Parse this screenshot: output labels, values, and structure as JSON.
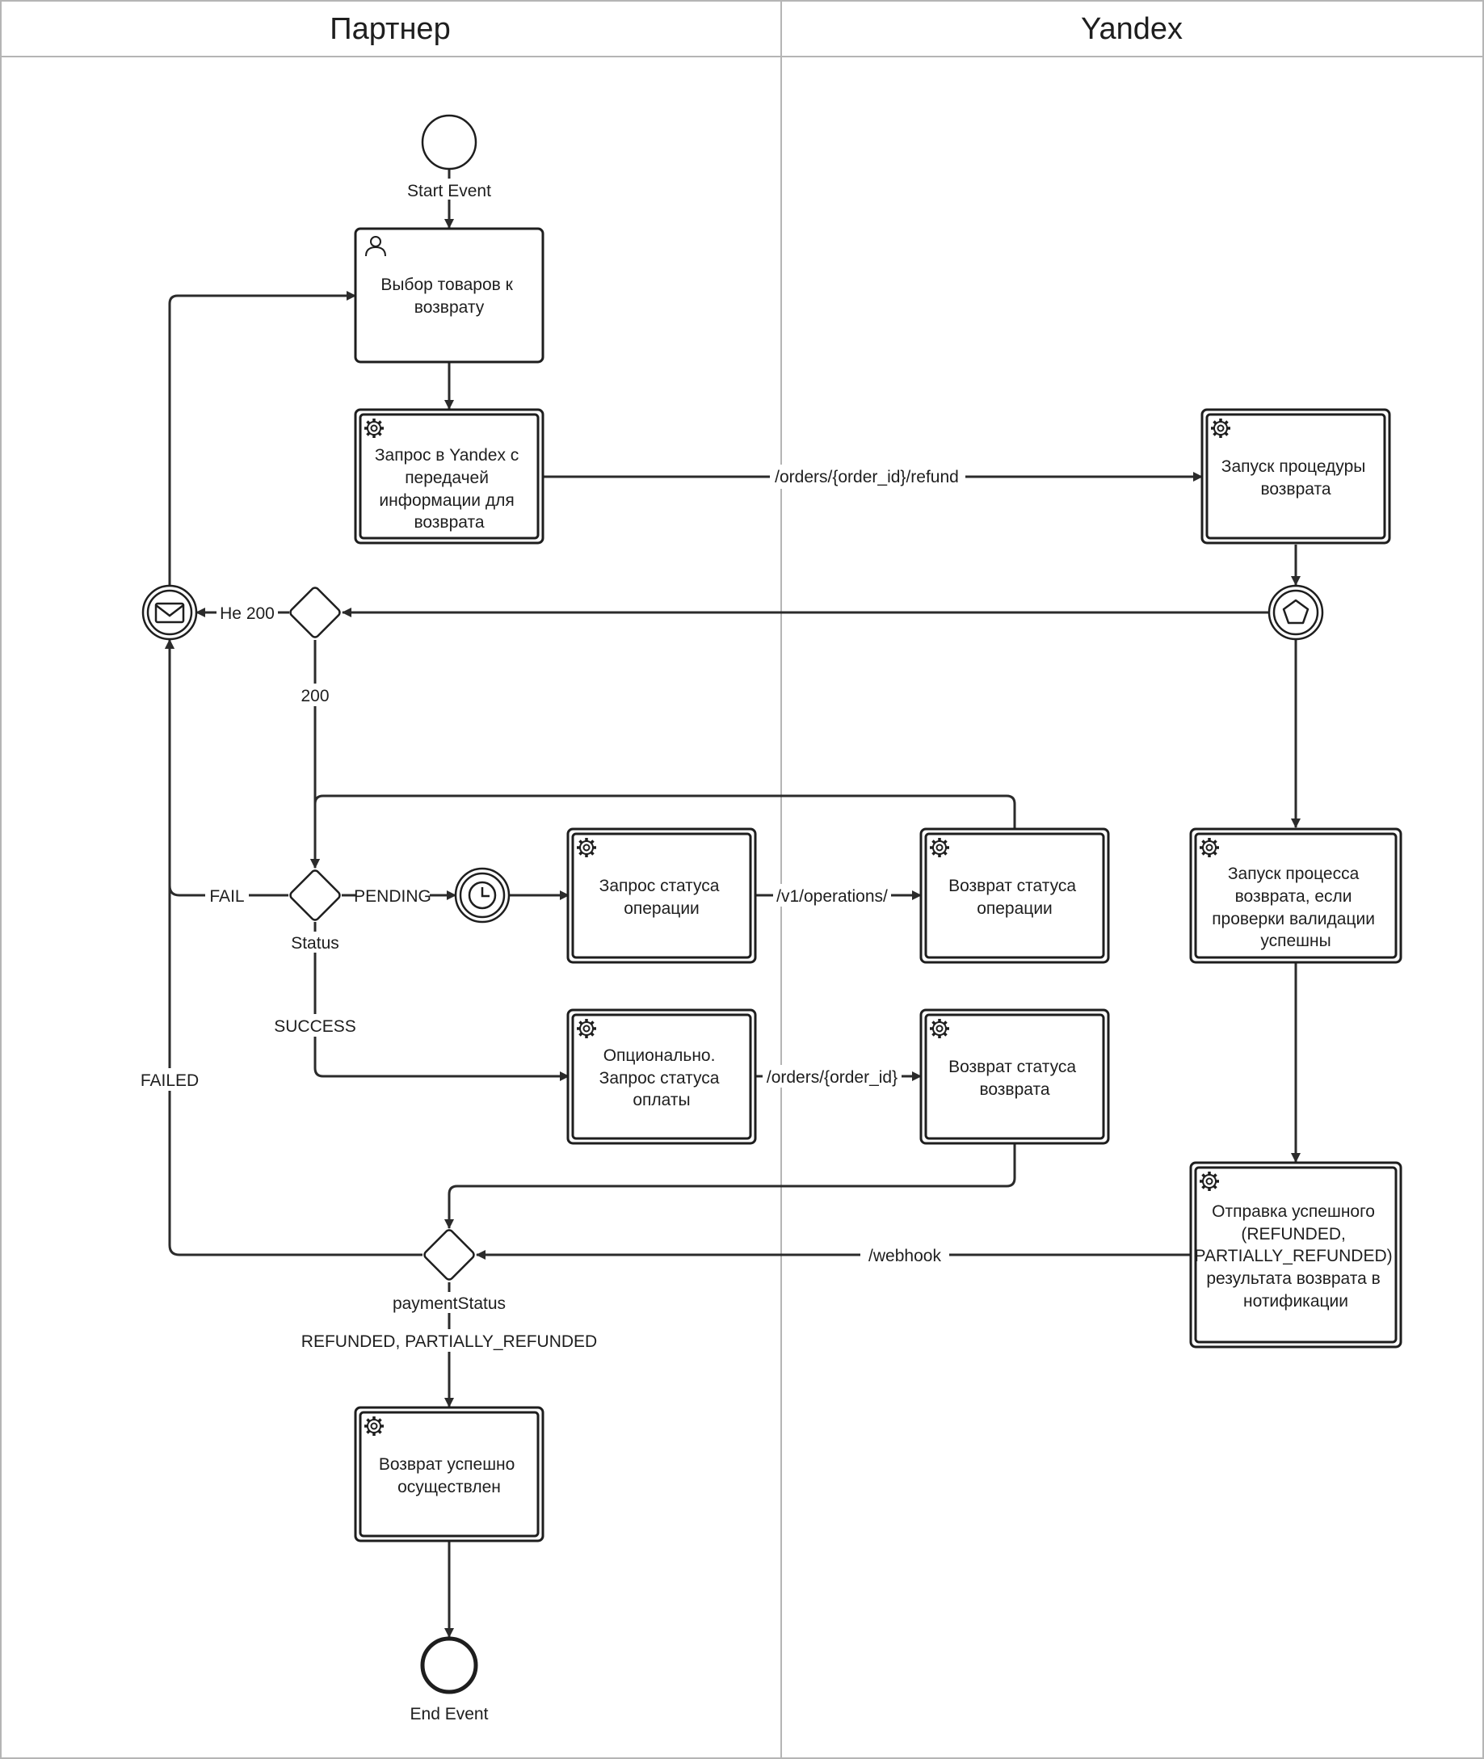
{
  "lanes": {
    "partner": "Партнер",
    "yandex": "Yandex"
  },
  "events": {
    "start": "Start Event",
    "end": "End Event"
  },
  "tasks": {
    "select_goods": [
      "Выбор товаров к",
      "возврату"
    ],
    "request_yandex": [
      "Запрос в Yandex с",
      "передачей",
      "информации для",
      "возврата"
    ],
    "start_refund_procedure": [
      "Запуск процедуры",
      "возврата"
    ],
    "request_operation_status": [
      "Запрос статуса",
      "операции"
    ],
    "return_operation_status": [
      "Возврат статуса",
      "операции"
    ],
    "start_refund_process": [
      "Запуск процесса",
      "возврата, если",
      "проверки валидации",
      "успешны"
    ],
    "optional_payment_status": [
      "Опционально.",
      "Запрос статуса",
      "оплаты"
    ],
    "return_refund_status": [
      "Возврат статуса",
      "возврата"
    ],
    "send_success_notification": [
      "Отправка успешного",
      "(REFUNDED,",
      "PARTIALLY_REFUNDED)",
      "результата возврата в",
      "нотификации"
    ],
    "refund_done": [
      "Возврат успешно",
      "осуществлен"
    ]
  },
  "gateways": {
    "status": "Status",
    "payment_status": "paymentStatus"
  },
  "flows": {
    "refund_endpoint": "/orders/{order_id}/refund",
    "not_200": "Не 200",
    "ok_200": "200",
    "fail": "FAIL",
    "pending": "PENDING",
    "operations_endpoint": "/v1/operations/",
    "success": "SUCCESS",
    "order_endpoint": "/orders/{order_id}",
    "failed": "FAILED",
    "webhook": "/webhook",
    "refunded": "REFUNDED, PARTIALLY_REFUNDED"
  },
  "colors": {
    "stroke": "#1e1e1e",
    "lane_divider": "#b5b5b5",
    "background": "#ffffff"
  },
  "icons": {
    "user_task": "user-icon",
    "service_task": "gear-icon",
    "message_event": "envelope-icon",
    "timer_event": "clock-icon",
    "multiple_event": "pentagon-icon"
  }
}
